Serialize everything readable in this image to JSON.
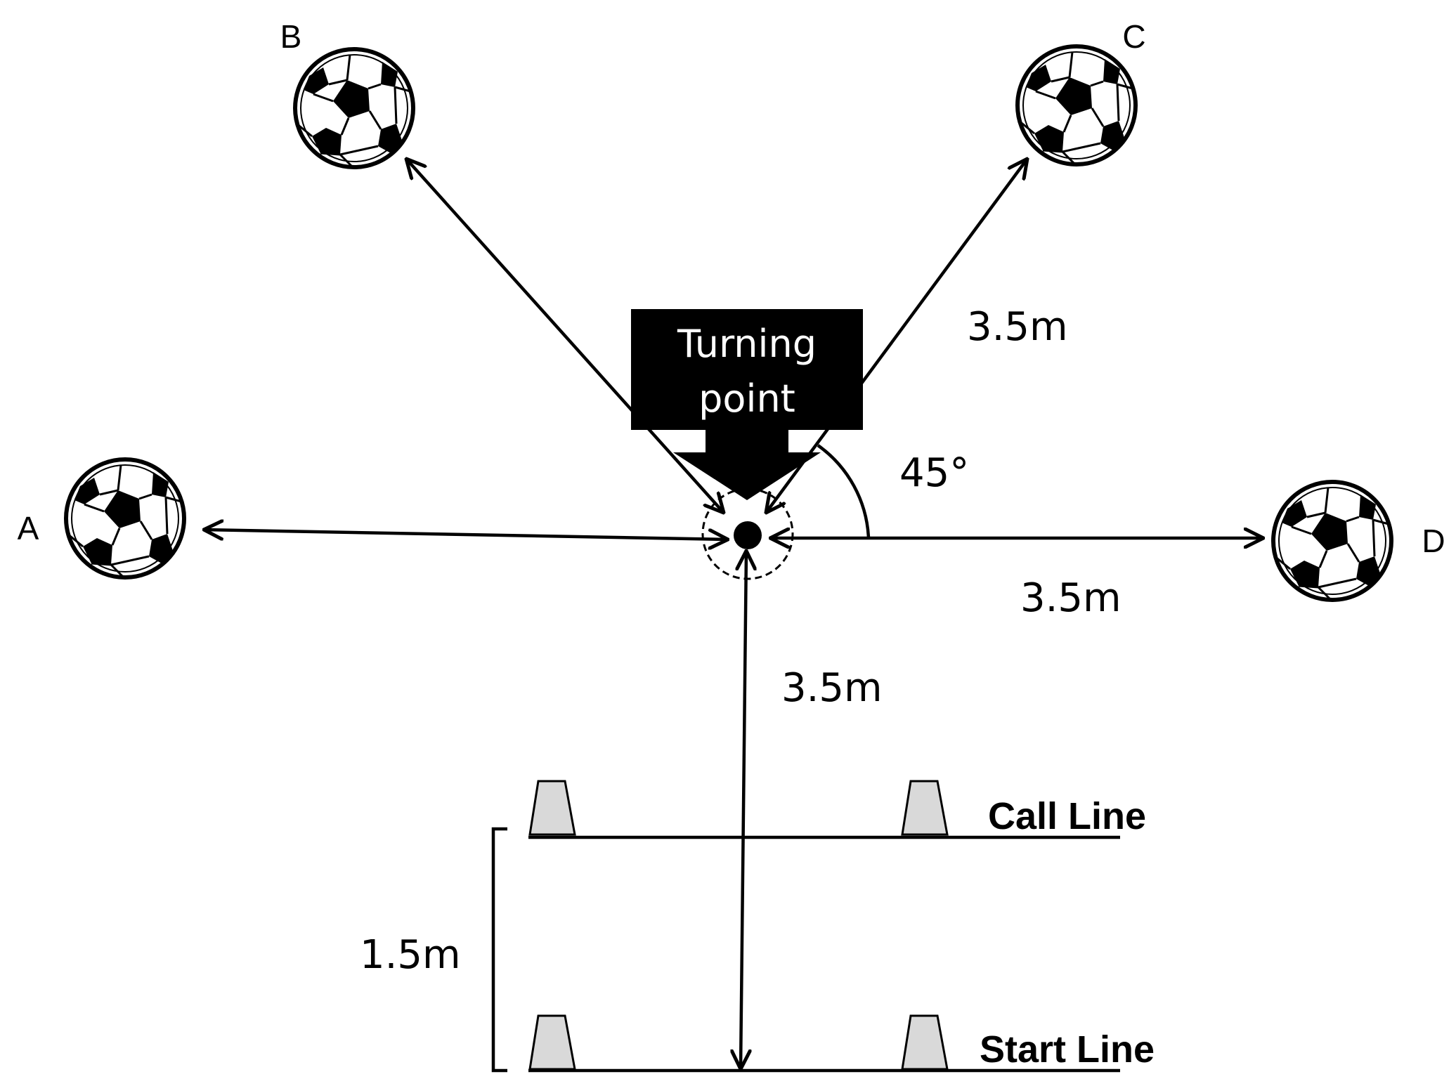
{
  "balls": {
    "a": {
      "label": "A"
    },
    "b": {
      "label": "B"
    },
    "c": {
      "label": "C"
    },
    "d": {
      "label": "D"
    }
  },
  "turning_point": {
    "line1": "Turning",
    "line2": "point"
  },
  "dimensions": {
    "diagonal_distance": "3.5m",
    "side_distance": "3.5m",
    "forward_distance": "3.5m",
    "start_to_call_distance": "1.5m",
    "angle": "45°"
  },
  "lines": {
    "call_line": "Call Line",
    "start_line": "Start Line"
  },
  "colors": {
    "ink": "#000000",
    "cone_fill": "#d9d9d9",
    "background": "#ffffff"
  },
  "icons": {
    "ball": "soccer-ball-icon",
    "cone": "cone-icon"
  }
}
